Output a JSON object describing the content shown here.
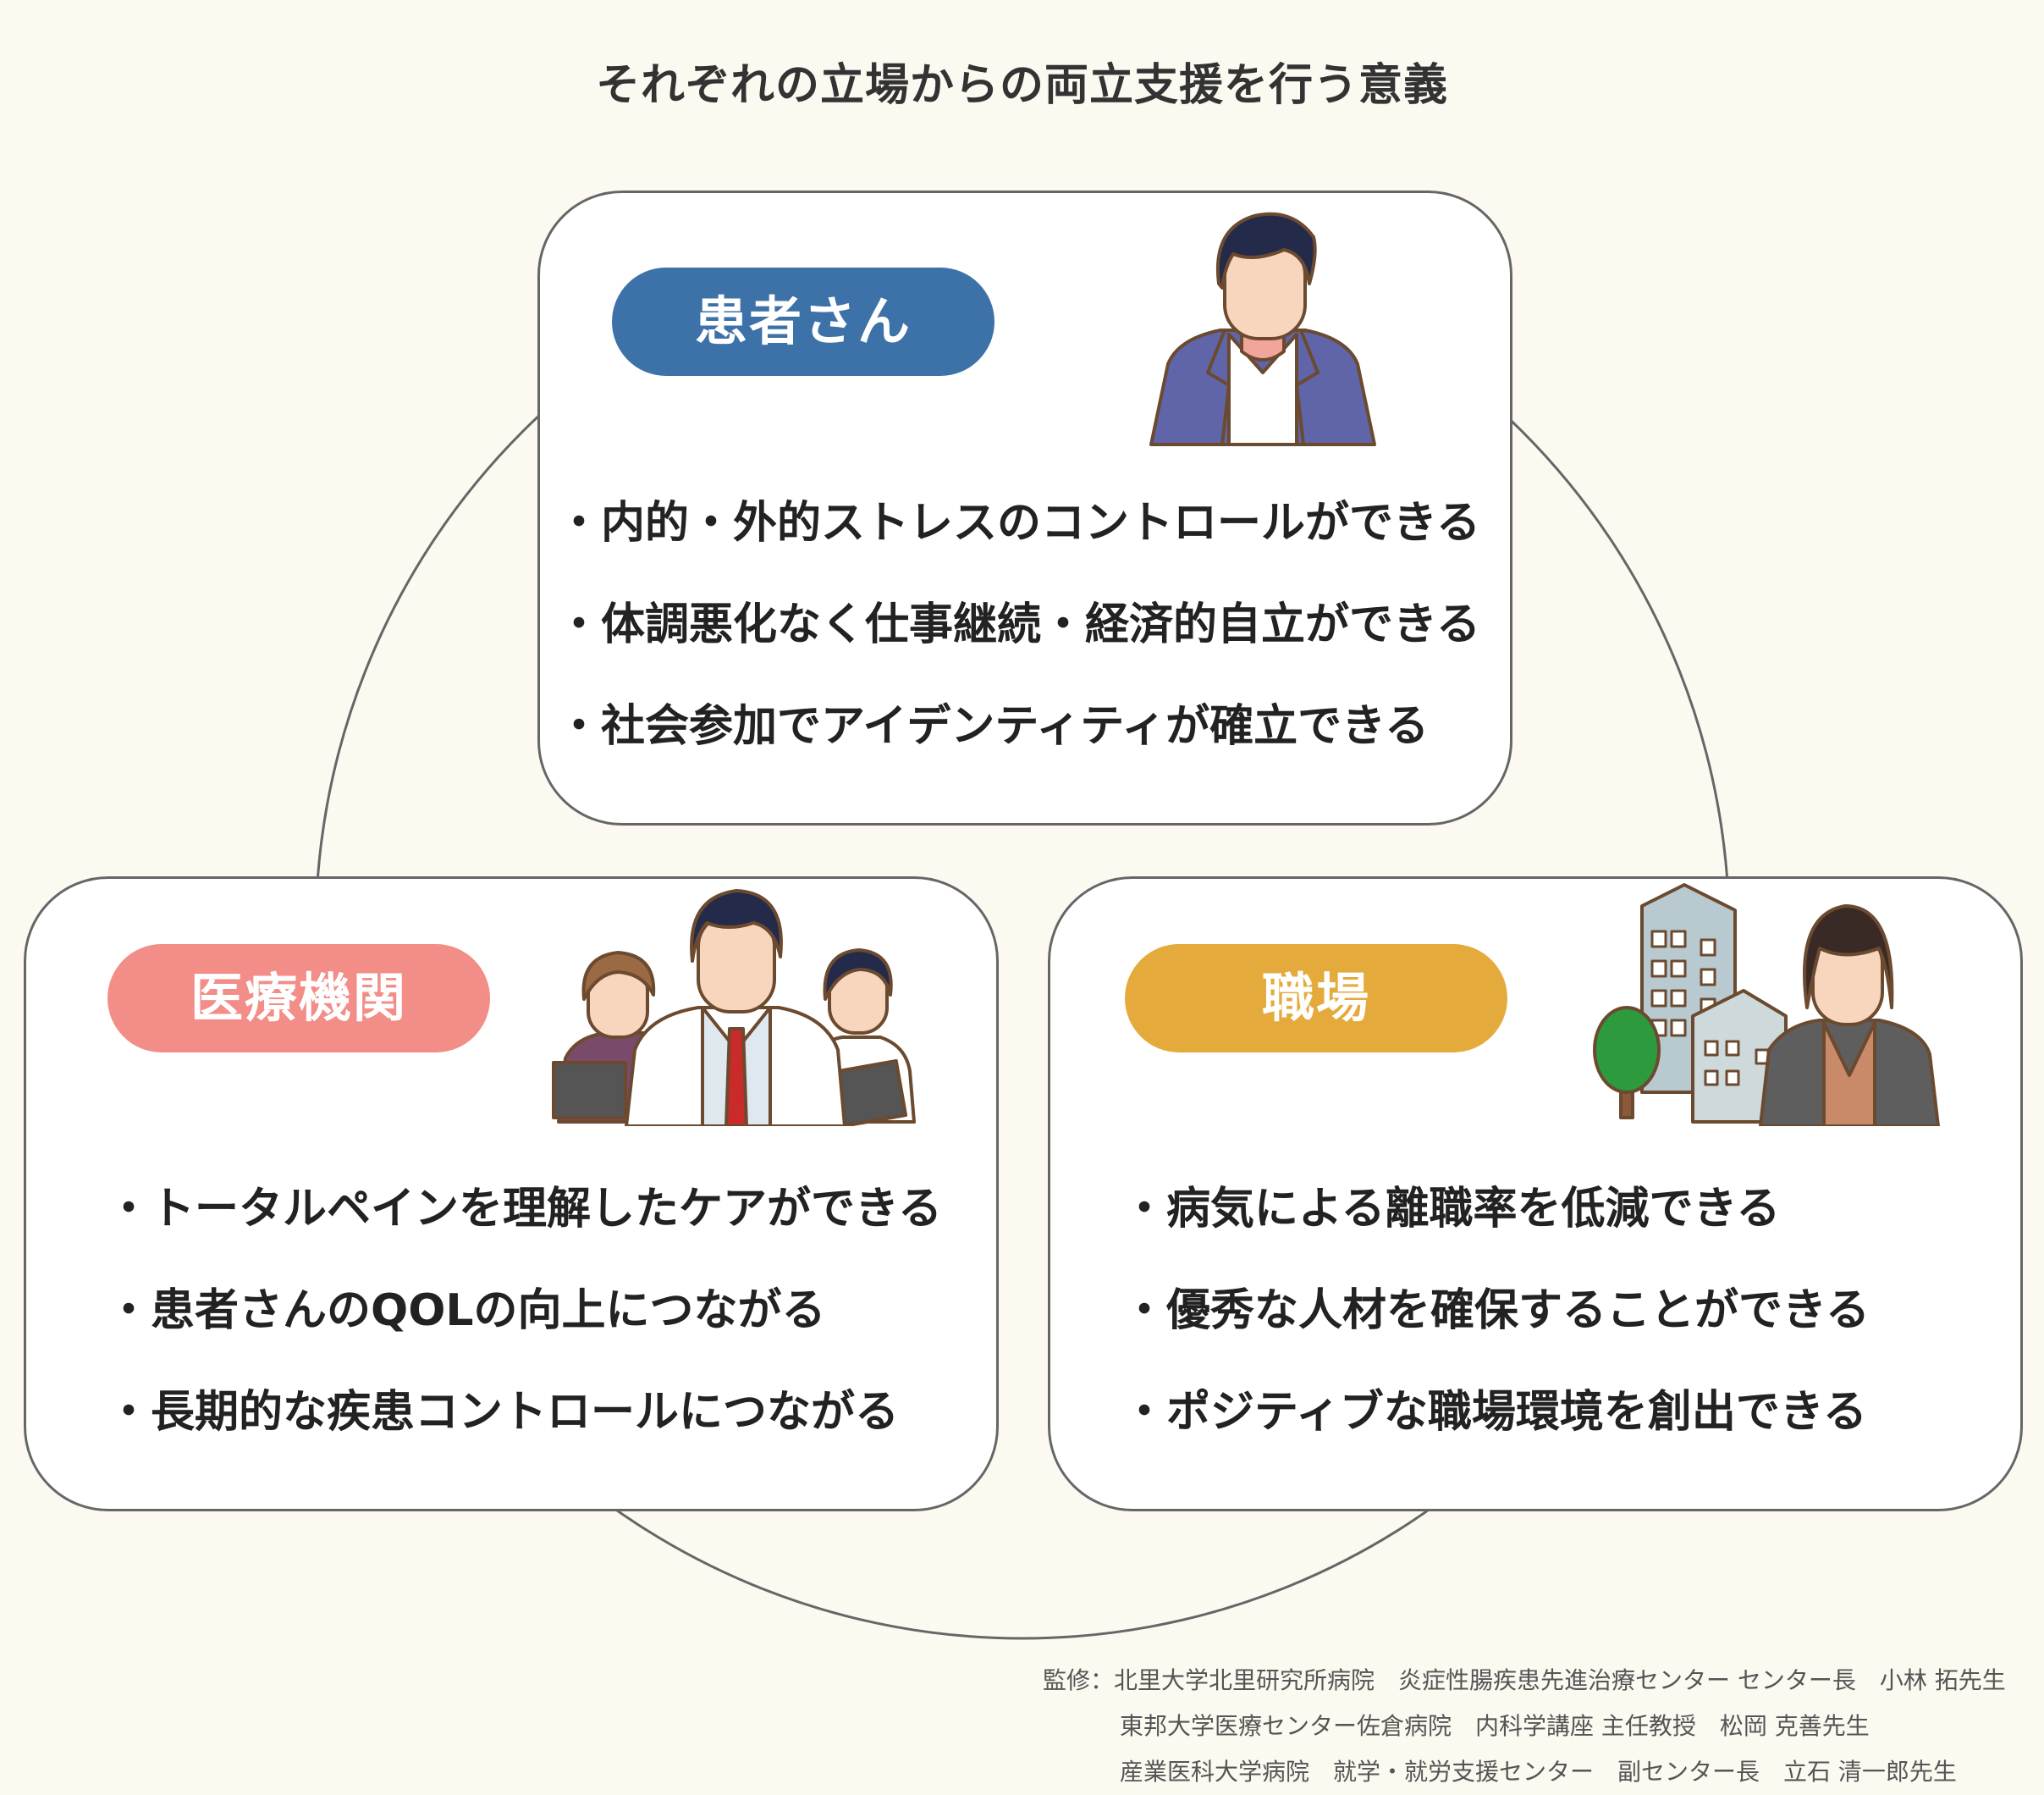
{
  "title": "それぞれの立場からの両立支援を行う意義",
  "colors": {
    "patient": "#3d72a8",
    "medical": "#f28d87",
    "workplace": "#e4ab3c"
  },
  "patient": {
    "label": "患者さん",
    "items": [
      "内的・外的ストレスのコントロールができる",
      "体調悪化なく仕事継続・経済的自立ができる",
      "社会参加でアイデンティティが確立できる"
    ]
  },
  "medical": {
    "label": "医療機関",
    "items": [
      "トータルペインを理解したケアができる",
      "患者さんのQOLの向上につながる",
      "長期的な疾患コントロールにつながる"
    ]
  },
  "workplace": {
    "label": "職場",
    "items": [
      "病気による離職率を低減できる",
      "優秀な人材を確保することができる",
      "ポジティブな職場環境を創出できる"
    ]
  },
  "credits": [
    "監修：北里大学北里研究所病院　炎症性腸疾患先進治療センター センター長　小林 拓先生",
    "東邦大学医療センター佐倉病院　内科学講座 主任教授　松岡 克善先生",
    "産業医科大学病院　就学・就労支援センター　副センター長　立石 清一郎先生"
  ]
}
